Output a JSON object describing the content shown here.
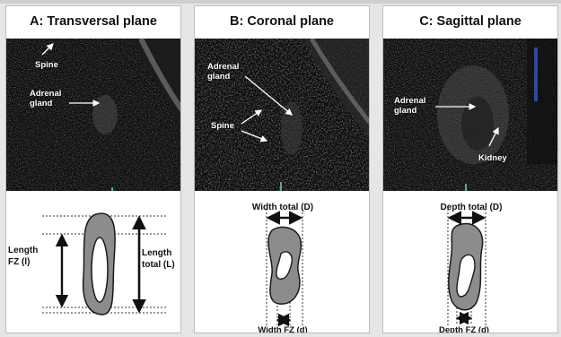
{
  "panels": {
    "a": {
      "title": "A: Transversal plane",
      "us_labels": {
        "spine": "Spine",
        "adrenal": "Adrenal\ngland"
      },
      "diagram_labels": {
        "length_fz": "Length\nFZ (l)",
        "length_total": "Length\ntotal (L)"
      }
    },
    "b": {
      "title": "B: Coronal plane",
      "us_labels": {
        "adrenal": "Adrenal\ngland",
        "spine": "Spine"
      },
      "diagram_labels": {
        "width_total": "Width total (D)",
        "width_fz": "Width FZ (d)"
      }
    },
    "c": {
      "title": "C: Sagittal plane",
      "us_labels": {
        "adrenal": "Adrenal\ngland",
        "kidney": "Kidney"
      },
      "diagram_labels": {
        "depth_total": "Depth total (D)",
        "depth_fz": "Depth FZ (d)"
      }
    }
  },
  "colors": {
    "gland_fill": "#8c8c8c",
    "gland_stroke": "#1a1a1a",
    "ultrasound_bg": "#0c0c0c",
    "arrow": "#111111"
  }
}
